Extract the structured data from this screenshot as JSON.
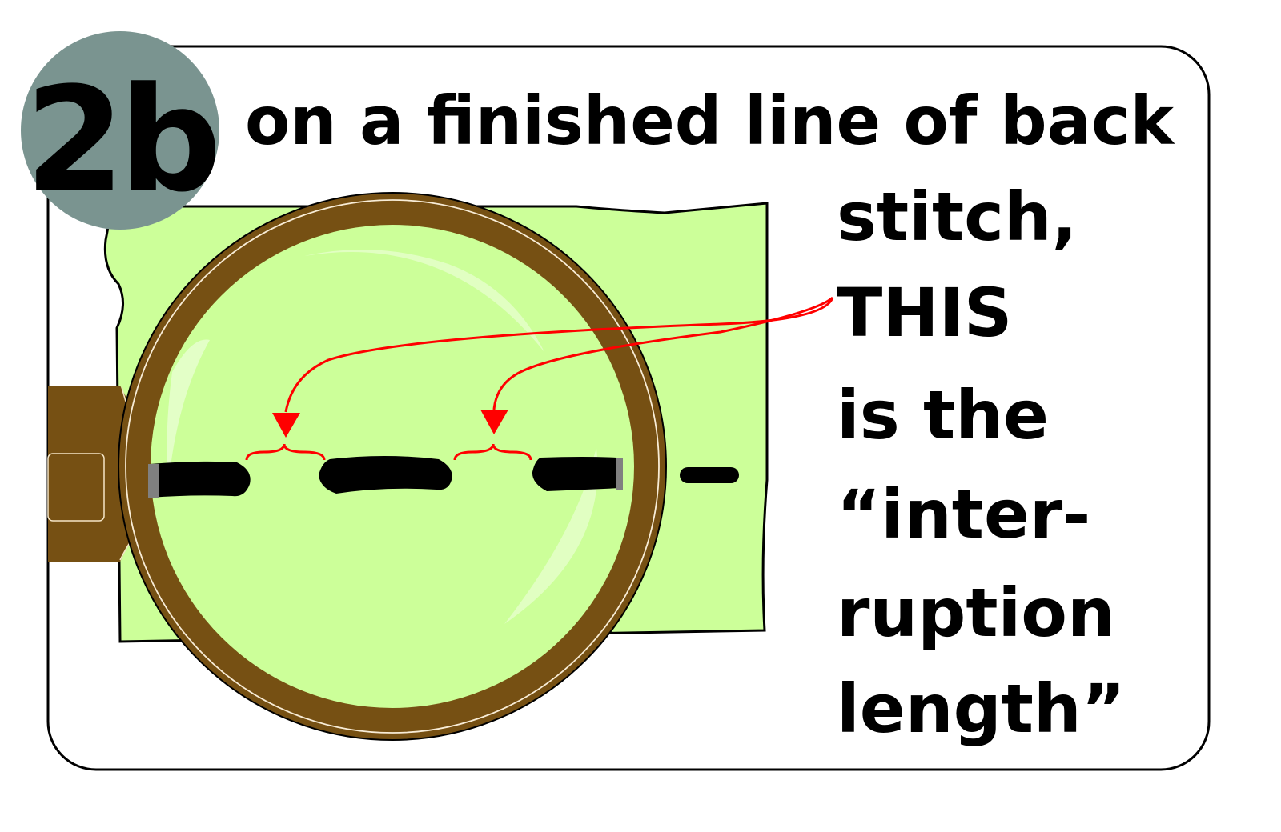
{
  "badge": {
    "label": "2b",
    "color": "#7a9490"
  },
  "heading": {
    "line1": "on a finished line of back"
  },
  "callout": {
    "lines": [
      "stitch,",
      "THIS",
      "is the",
      "“inter-",
      "ruption",
      "length”"
    ]
  },
  "colors": {
    "fabric": "#ccff99",
    "hoop": "#765013",
    "lens_highlight": "#e6ffcc",
    "arrow": "#ff0000",
    "stitch": "#000000",
    "frame_border": "#000000"
  },
  "illustration": {
    "stitches_in_lens": 3,
    "stitches_outside_lens": 1,
    "gaps_marked": 2
  }
}
